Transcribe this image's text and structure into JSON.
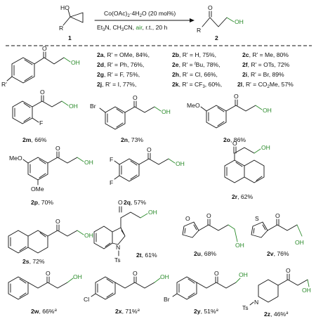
{
  "reaction": {
    "reactant_label": "1",
    "reactant_ho": "HO",
    "reactant_r": "R",
    "catalyst_prefix": "Co(OAc)",
    "catalyst_sub2": "2",
    "catalyst_mid": "·4H",
    "catalyst_sub2b": "2",
    "catalyst_suffix": "O (20 mol%)",
    "conditions_prefix": "Et",
    "conditions_sub3": "3",
    "conditions_mid1": "N, CH",
    "conditions_sub3b": "3",
    "conditions_mid2": "CN, ",
    "conditions_air": "air",
    "conditions_suffix": ", r.t., 20 h",
    "product_label": "2",
    "product_r": "R",
    "product_o": "O",
    "product_oh": "OH"
  },
  "general": {
    "o": "O",
    "oh": "OH",
    "rprime": "R'",
    "rows": [
      [
        {
          "id": "2a",
          "text": ", R' = OMe, 84%,"
        },
        {
          "id": "2b",
          "text": ", R' = H, 75%,"
        },
        {
          "id": "2c",
          "text": ", R' = Me, 80%"
        }
      ],
      [
        {
          "id": "2d",
          "text": ", R' = Ph, 76%,"
        },
        {
          "id": "2e",
          "text": ", R' = ",
          "sup": "t",
          "text2": "Bu, 78%,"
        },
        {
          "id": "2f",
          "text": ", R' = OTs, 72%"
        }
      ],
      [
        {
          "id": "2g",
          "text": ", R' = F, 75%,"
        },
        {
          "id": "2h",
          "text": ", R' = Cl, 66%,"
        },
        {
          "id": "2i",
          "text": ", R' = Br, 89%"
        }
      ],
      [
        {
          "id": "2j",
          "text": ", R' = I, 77%,"
        },
        {
          "id": "2k",
          "text": ", R' = CF",
          "sub": "3",
          "text2": ", 60%,"
        },
        {
          "id": "2l",
          "text": ", R' = CO",
          "sub": "2",
          "text2": "Me, 57%"
        }
      ]
    ]
  },
  "products": {
    "p2m": {
      "id": "2m",
      "yield": ", 66%",
      "sub_label": "F"
    },
    "p2n": {
      "id": "2n",
      "yield": ", 73%",
      "sub_label": "Br"
    },
    "p2o": {
      "id": "2o",
      "yield": ", 86%",
      "sub_label": "MeO"
    },
    "p2p": {
      "id": "2p",
      "yield": ", 70%",
      "sub_label": "MeO",
      "sub_label2": "OMe"
    },
    "p2q": {
      "id": "2q",
      "yield": ", 57%",
      "sub_label": "F",
      "sub_label2": "F"
    },
    "p2r": {
      "id": "2r",
      "yield": ", 62%"
    },
    "p2s": {
      "id": "2s",
      "yield": ", 72%"
    },
    "p2t": {
      "id": "2t",
      "yield": ", 61%",
      "n_label": "N",
      "ts_label": "Ts"
    },
    "p2u": {
      "id": "2u",
      "yield": ", 68%",
      "het_label": "O"
    },
    "p2v": {
      "id": "2v",
      "yield": ", 76%",
      "het_label": "S"
    },
    "p2w": {
      "id": "2w",
      "yield": ", 66%",
      "note": "a"
    },
    "p2x": {
      "id": "2x",
      "yield": ", 71%",
      "note": "a",
      "sub_label": "Cl"
    },
    "p2y": {
      "id": "2y",
      "yield": ", 51%",
      "note": "a",
      "sub_label": "Br"
    },
    "p2z": {
      "id": "2z",
      "yield": ", 46%",
      "note": "a",
      "n_label": "N",
      "ts_label": "Ts"
    }
  },
  "colors": {
    "bond": "#111111",
    "hydroxyl": "#2a8a2a",
    "air": "#2a8a2a",
    "dash": "#111111"
  }
}
